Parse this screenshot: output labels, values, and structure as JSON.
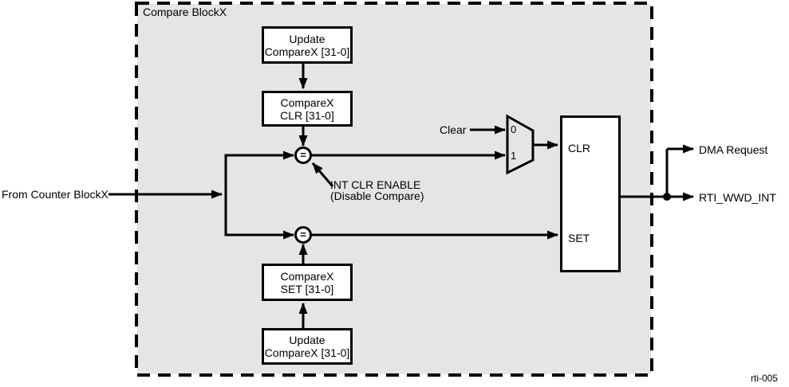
{
  "figure": {
    "title": "Compare BlockX",
    "figure_code": "rti-005",
    "colors": {
      "panel_bg": "#e5e5e5",
      "line": "#000000",
      "box_bg": "#ffffff"
    },
    "external": {
      "input_left": "From Counter BlockX",
      "output_dma": "DMA Request",
      "output_int": "RTI_WWD_INT"
    },
    "blocks": {
      "update_compare_top": {
        "line1": "Update",
        "line2": "CompareX [31-0]"
      },
      "compare_clr": {
        "line1": "CompareX",
        "line2": "CLR [31-0]"
      },
      "compare_set": {
        "line1": "CompareX",
        "line2": "SET [31-0]"
      },
      "update_compare_bottom": {
        "line1": "Update",
        "line2": "CompareX [31-0]"
      },
      "latch": {
        "clr_label": "CLR",
        "set_label": "SET"
      }
    },
    "mux": {
      "input0_label": "0",
      "input1_label": "1",
      "select_source": "Clear"
    },
    "comparators": {
      "symbol": "="
    },
    "annotation": {
      "line1": "INT CLR ENABLE",
      "line2": "(Disable Compare)"
    }
  }
}
